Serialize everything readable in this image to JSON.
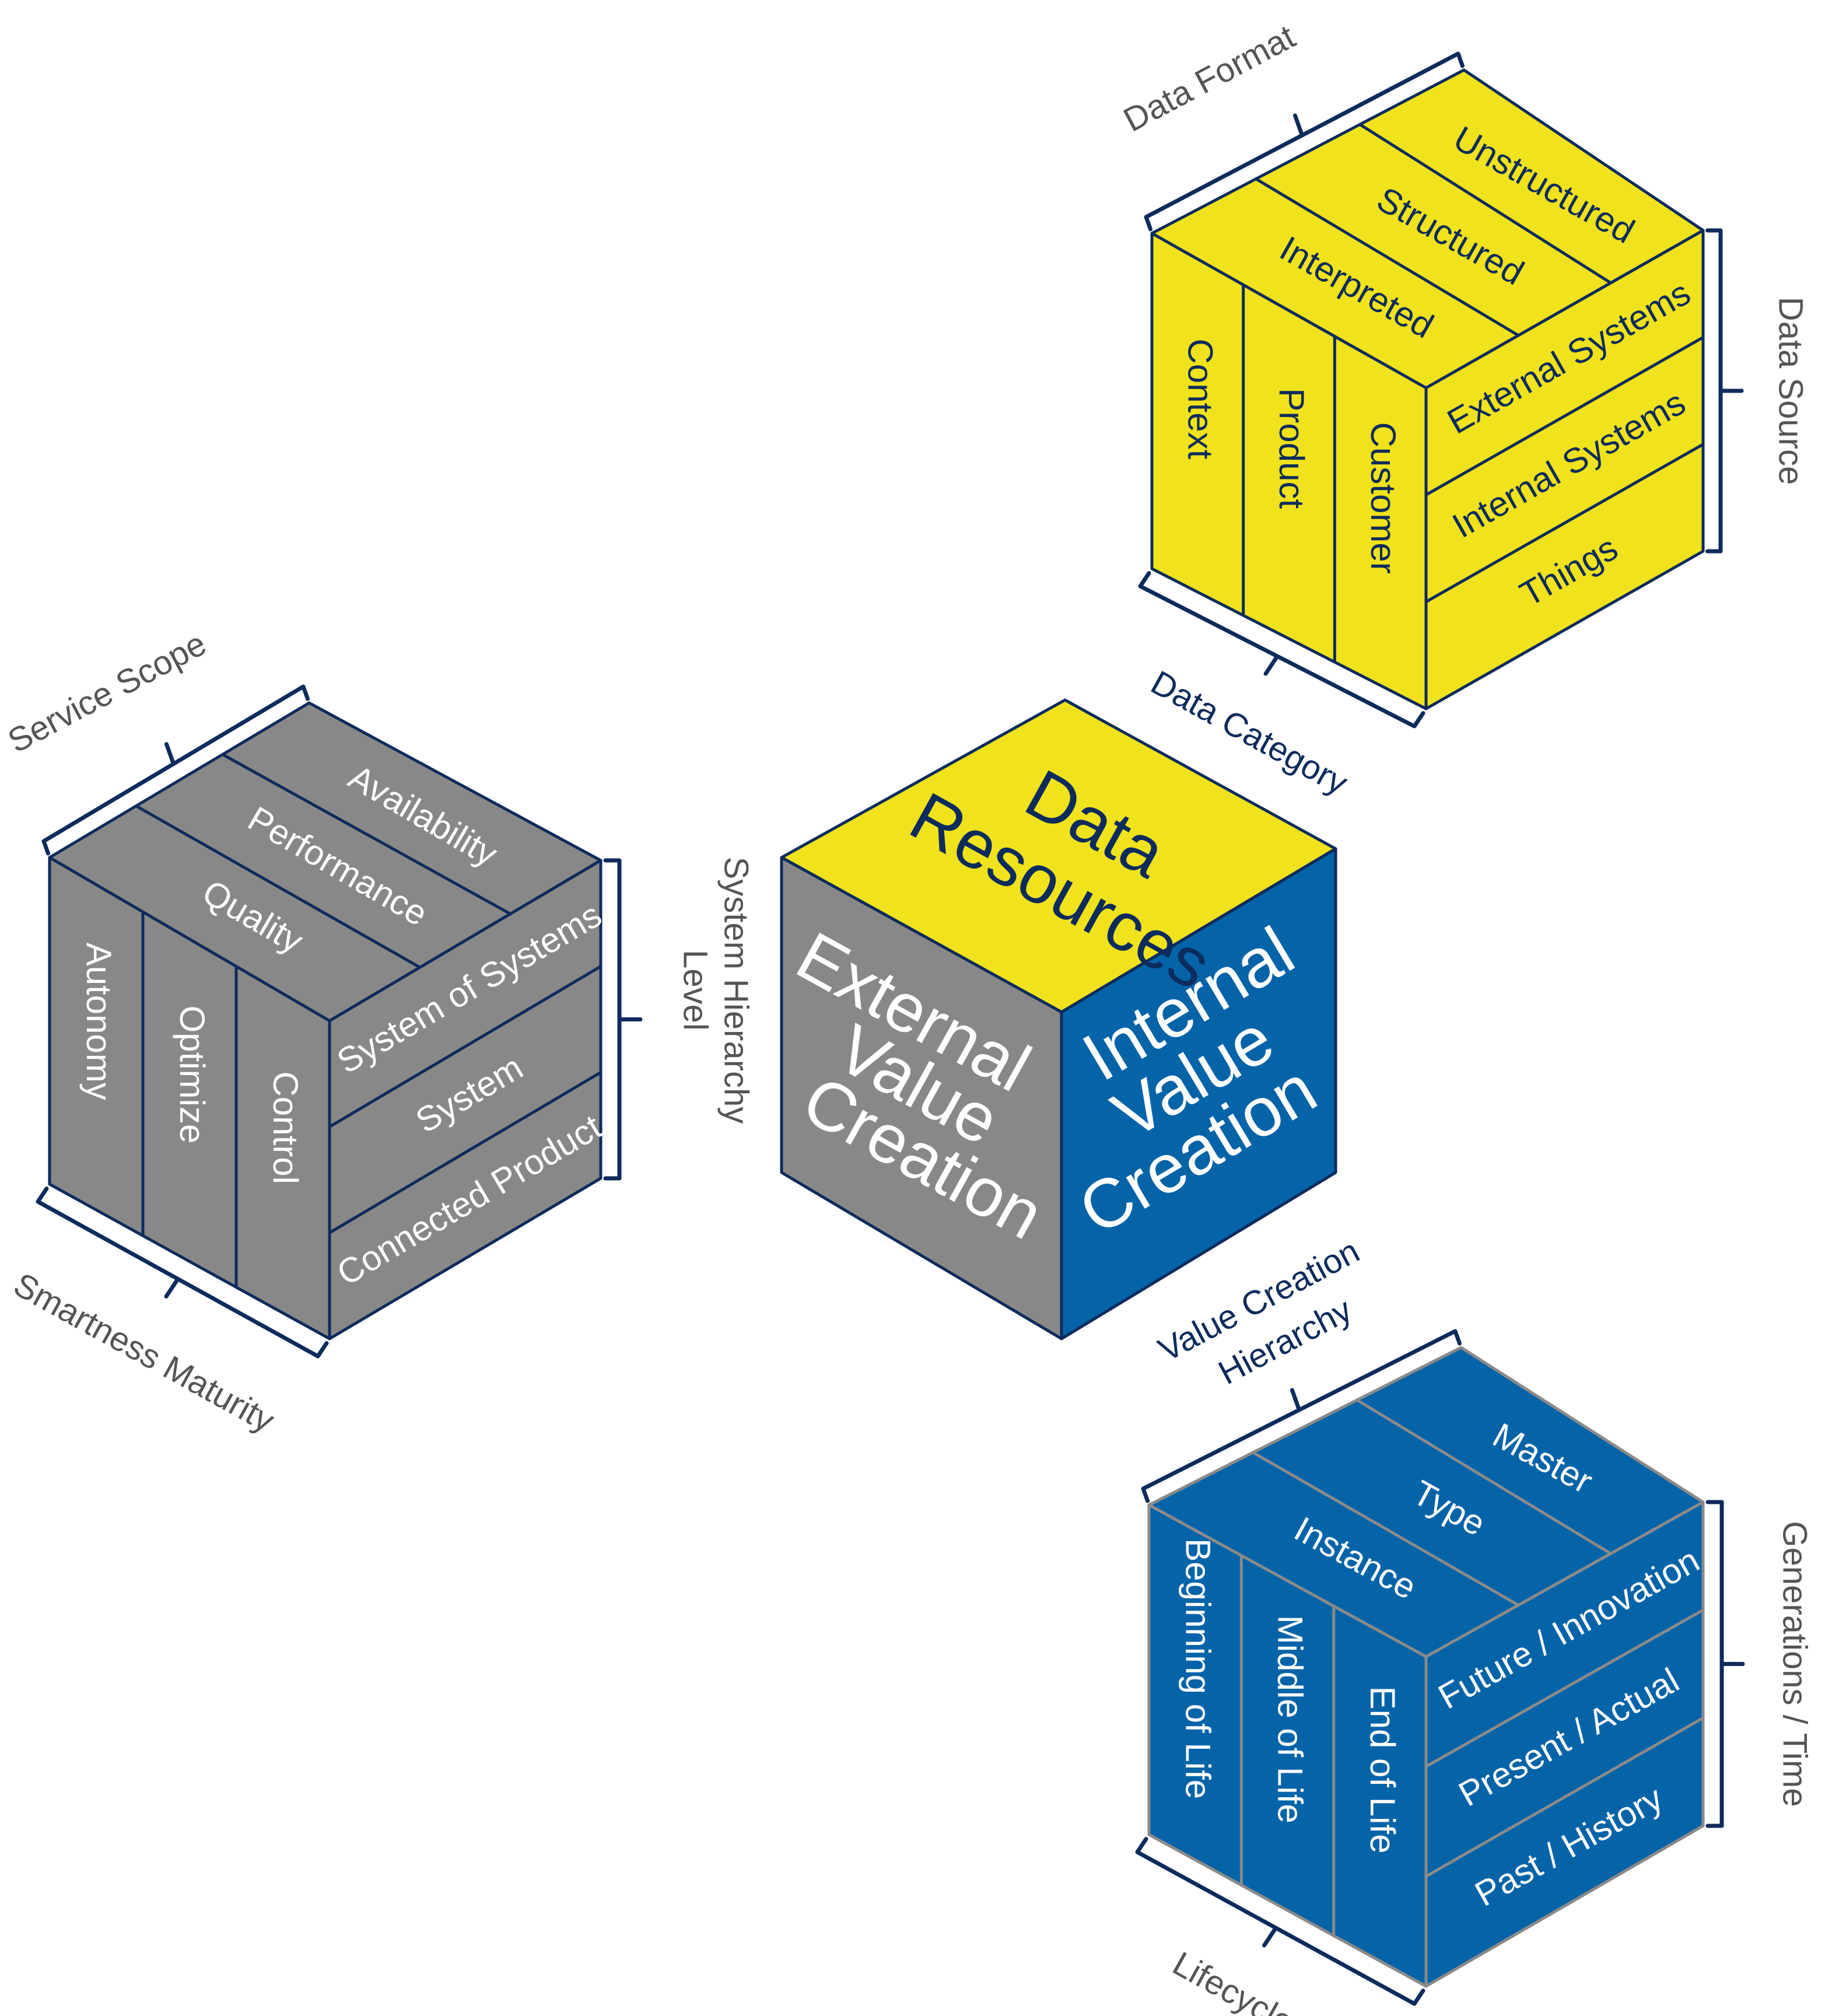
{
  "colors": {
    "yellow": "#f0e21c",
    "gray": "#888888",
    "blue": "#0563a8",
    "navy": "#0d2b5c",
    "axis_gray": "#555555"
  },
  "center_cube": {
    "top": [
      "Data",
      "Resources"
    ],
    "left": [
      "External",
      "Value",
      "Creation"
    ],
    "right": [
      "Internal",
      "Value",
      "Creation"
    ]
  },
  "data_cube": {
    "top_label": "Data Format",
    "top_items": [
      "Unstructured",
      "Structured",
      "Interpreted"
    ],
    "left_label": "Data Category",
    "left_items": [
      "Context",
      "Product",
      "Customer"
    ],
    "right_label": "Data Source",
    "right_items": [
      "External Systems",
      "Internal Systems",
      "Things"
    ]
  },
  "service_cube": {
    "top_label": "Service Scope",
    "top_items": [
      "Availability",
      "Performance",
      "Quality"
    ],
    "left_label": "Smartness Maturity",
    "left_items": [
      "Autonomy",
      "Optimize",
      "Control"
    ],
    "right_label_lines": [
      "System Hierarchy",
      "Level"
    ],
    "right_items": [
      "System of Systems",
      "System",
      "Connected Product"
    ]
  },
  "value_cube": {
    "top_label_lines": [
      "Value Creation",
      "Hierarchy"
    ],
    "top_items": [
      "Master",
      "Type",
      "Instance"
    ],
    "left_label": "Lifecycle",
    "left_items": [
      "Beginning of Life",
      "Middle of Life",
      "End of Life"
    ],
    "right_label": "Generations / Time",
    "right_items": [
      "Future / Innovation",
      "Present / Actual",
      "Past / History"
    ]
  }
}
